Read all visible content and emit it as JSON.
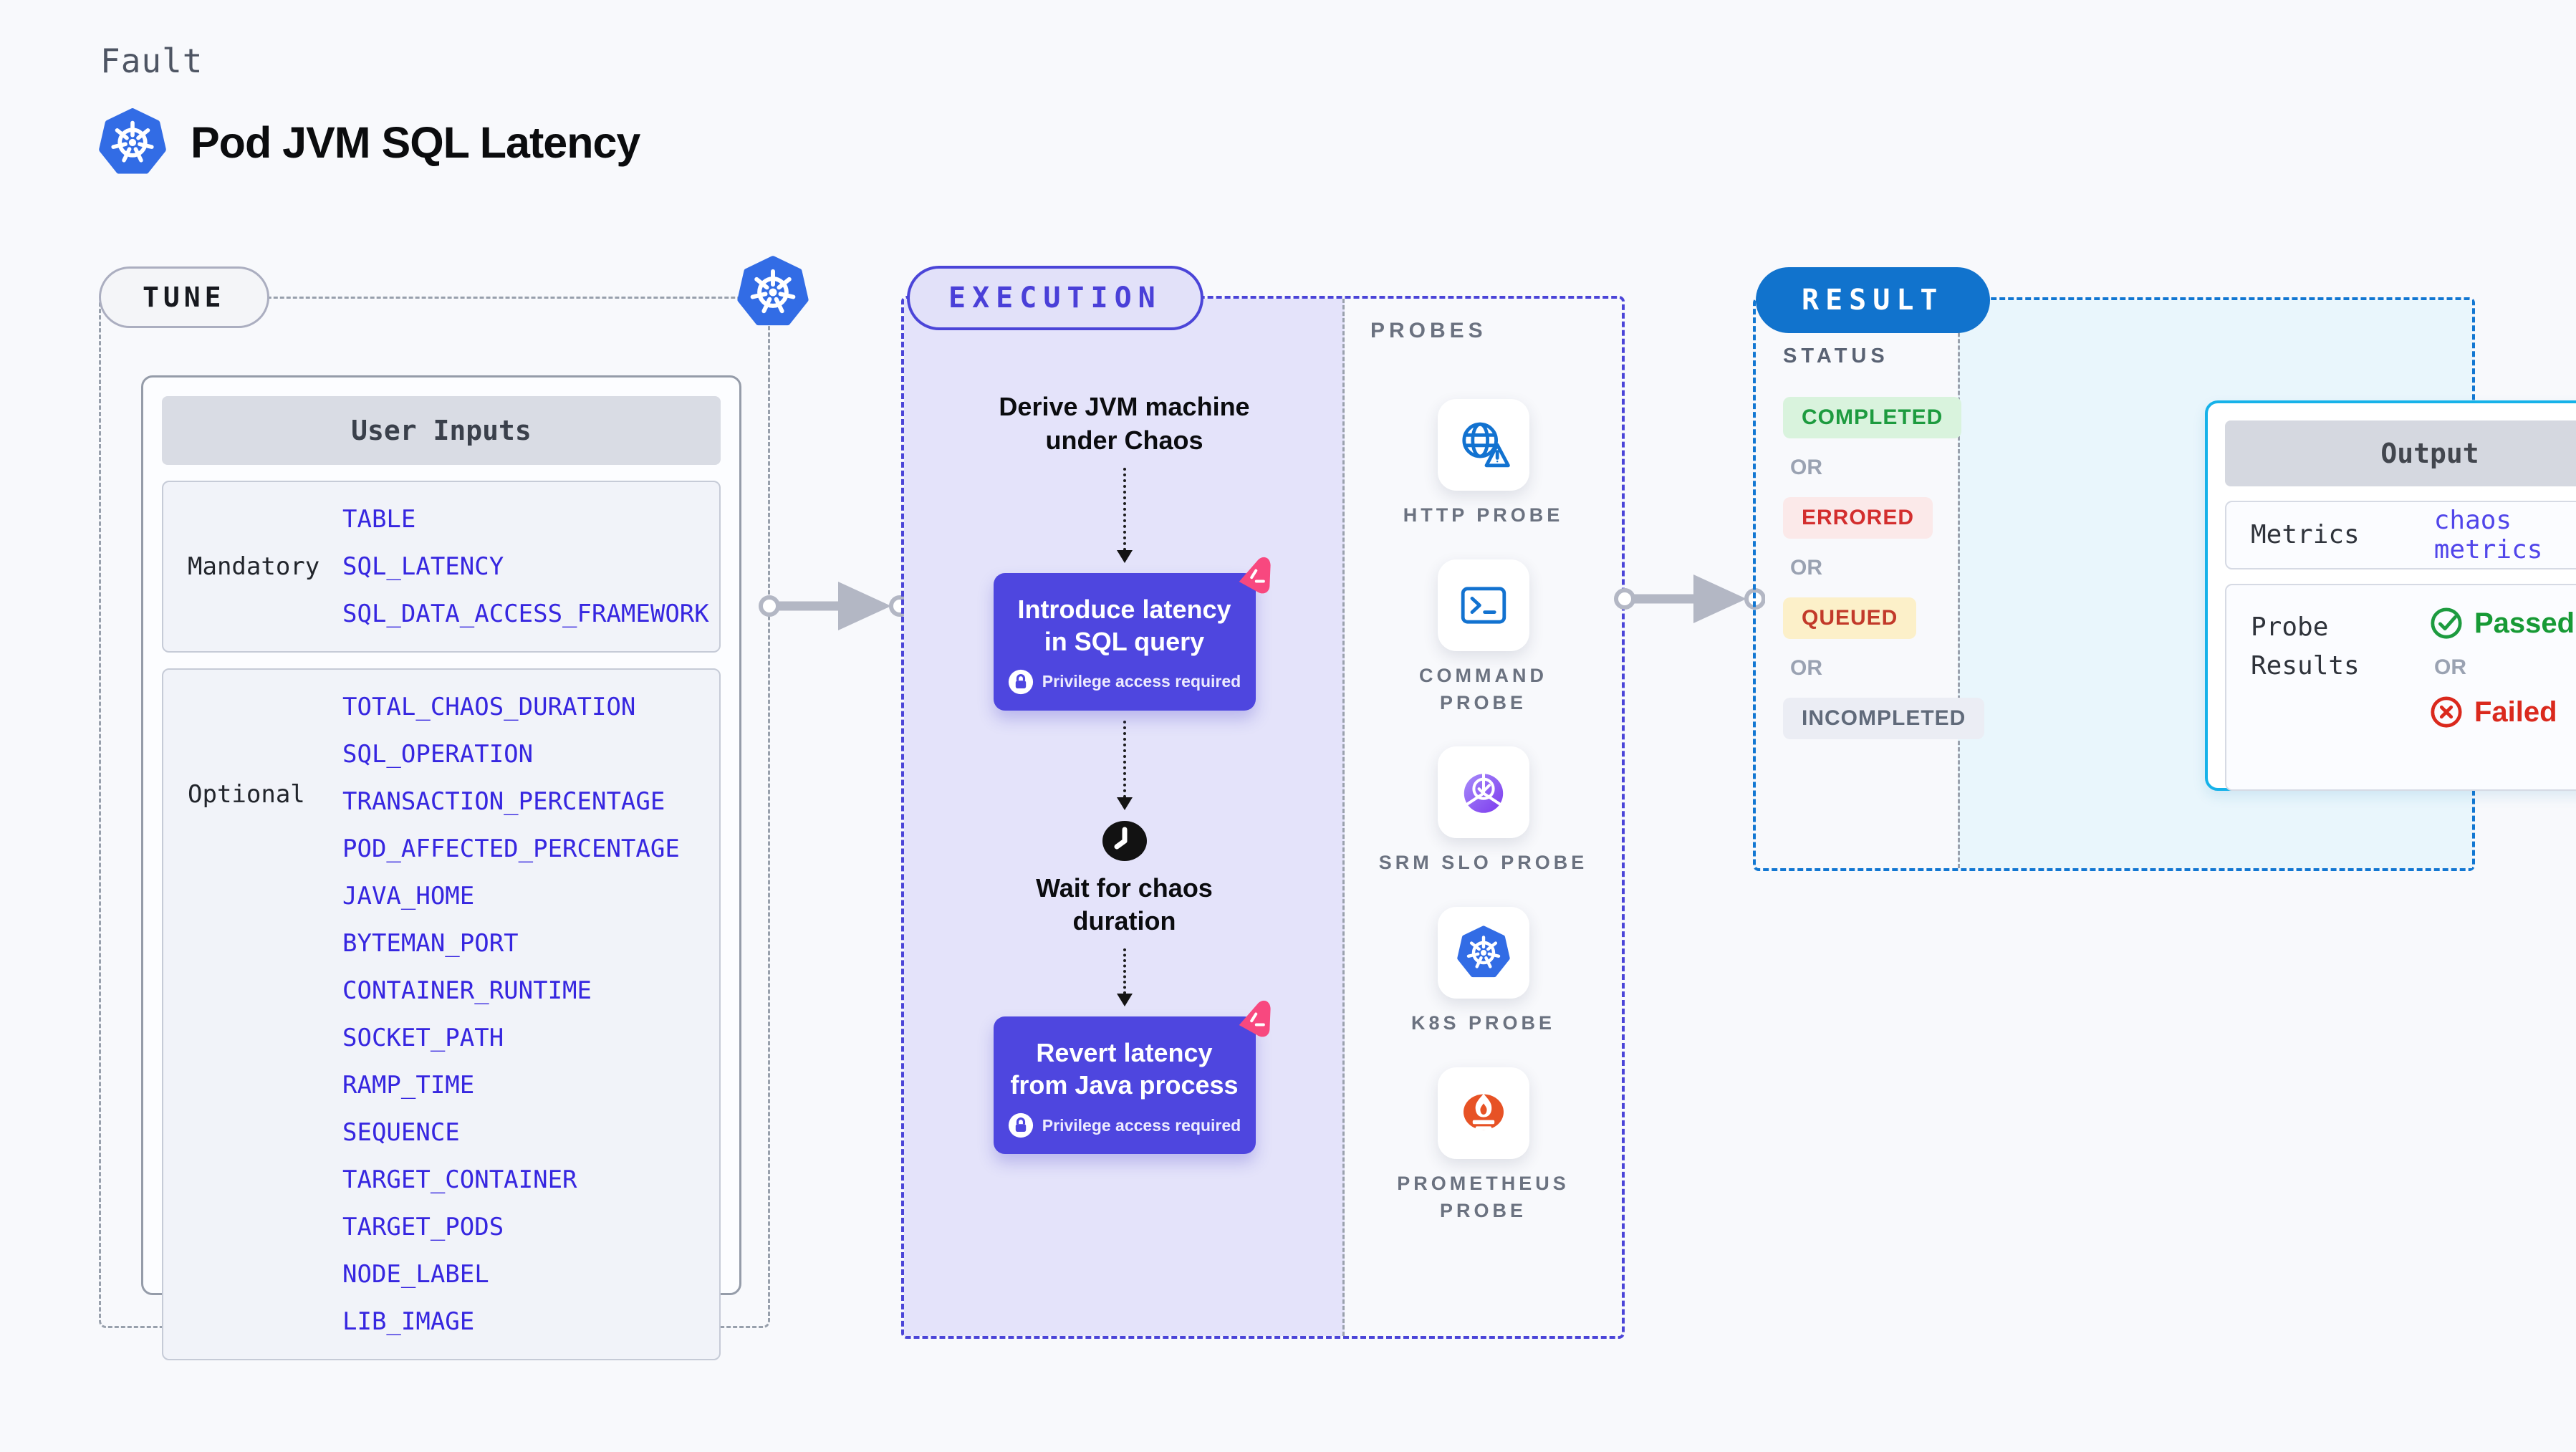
{
  "header": {
    "eyebrow": "Fault",
    "title": "Pod JVM SQL Latency",
    "title_icon": "kubernetes-icon"
  },
  "tune": {
    "label": "TUNE",
    "corner_icon": "kubernetes-icon",
    "table": {
      "header": "User Inputs",
      "rows": [
        {
          "label": "Mandatory",
          "values": [
            "TABLE",
            "SQL_LATENCY",
            "SQL_DATA_ACCESS_FRAMEWORK"
          ]
        },
        {
          "label": "Optional",
          "values": [
            "TOTAL_CHAOS_DURATION",
            "SQL_OPERATION",
            "TRANSACTION_PERCENTAGE",
            "POD_AFFECTED_PERCENTAGE",
            "JAVA_HOME",
            "BYTEMAN_PORT",
            "CONTAINER_RUNTIME",
            "SOCKET_PATH",
            "RAMP_TIME",
            "SEQUENCE",
            "TARGET_CONTAINER",
            "TARGET_PODS",
            "NODE_LABEL",
            "LIB_IMAGE"
          ]
        }
      ]
    }
  },
  "execution": {
    "label": "EXECUTION",
    "steps": {
      "derive": "Derive JVM machine under Chaos",
      "action1": "Introduce latency in SQL query",
      "wait": "Wait for chaos duration",
      "action2": "Revert latency from Java process",
      "privilege_note": "Privilege access required"
    }
  },
  "probes": {
    "heading": "PROBES",
    "items": [
      {
        "label": "HTTP PROBE",
        "icon": "http-probe-icon"
      },
      {
        "label": "COMMAND PROBE",
        "icon": "command-probe-icon"
      },
      {
        "label": "SRM SLO PROBE",
        "icon": "srm-slo-probe-icon"
      },
      {
        "label": "K8S PROBE",
        "icon": "k8s-probe-icon"
      },
      {
        "label": "PROMETHEUS PROBE",
        "icon": "prometheus-probe-icon"
      }
    ]
  },
  "result": {
    "label": "RESULT",
    "status": {
      "heading": "STATUS",
      "or_label": "OR",
      "badges": [
        {
          "label": "COMPLETED",
          "bg": "#d9f3dd",
          "color": "#1d9b3f"
        },
        {
          "label": "ERRORED",
          "bg": "#fbe9e9",
          "color": "#d32e2e"
        },
        {
          "label": "QUEUED",
          "bg": "#fcf0c9",
          "color": "#c23a2a"
        },
        {
          "label": "INCOMPLETED",
          "bg": "#ebedf4",
          "color": "#606a7a"
        }
      ]
    },
    "output": {
      "header": "Output",
      "metrics_label": "Metrics",
      "metrics_value": "chaos metrics",
      "probe_results_label": "Probe Results",
      "passed_label": "Passed",
      "or_label": "OR",
      "failed_label": "Failed"
    }
  },
  "colors": {
    "accent_indigo": "#4b45d8",
    "accent_blue": "#1173cd",
    "accent_cyan": "#16b2e9",
    "value_blue": "#3626e0",
    "passed_green": "#179a35",
    "failed_red": "#da291d",
    "kubernetes_blue": "#326ce5",
    "prometheus_orange": "#e75225",
    "litmus_pink": "#f8487f"
  }
}
